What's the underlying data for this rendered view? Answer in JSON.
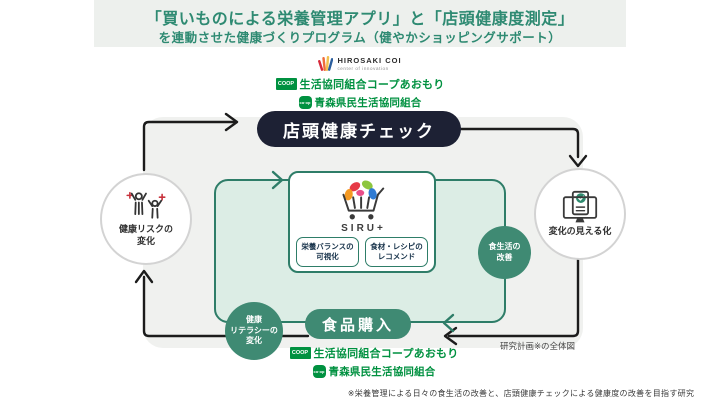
{
  "header": {
    "title_line1": "「買いものによる栄養管理アプリ」と「店頭健康度測定」",
    "title_line2": "を連動させた健康づくりプログラム（健やかショッピングサポート）"
  },
  "logos": {
    "hirosaki_name": "HIROSAKI COI",
    "hirosaki_sub": "center of innovation",
    "coop_badge": "COOP",
    "coop_aomori": "生活協同組合コープあおもり",
    "coop_mark": "co·op",
    "coop_kenmin": "青森県民生活協同組合"
  },
  "diagram": {
    "store_check_pill": "店頭健康チェック",
    "purchase_pill": "食品購入",
    "left_node": {
      "line1": "健康リスクの",
      "line2": "変化"
    },
    "right_node": {
      "label": "変化の見える化"
    },
    "diet_circle": {
      "line1": "食生活の",
      "line2": "改善"
    },
    "literacy_circle": {
      "line1": "健康",
      "line2": "リテラシーの",
      "line3": "変化"
    },
    "siru": {
      "brand": "SIRU+",
      "feature1_line1": "栄養バランスの",
      "feature1_line2": "可視化",
      "feature2_line1": "食材・レシピの",
      "feature2_line2": "レコメンド"
    },
    "caption": "研究計画※の全体図"
  },
  "footnote": "※栄養管理による日々の食生活の改善と、店頭健康チェックによる健康度の改善を目指す研究",
  "colors": {
    "title_green": "#2e8a72",
    "dark_pill": "#1d2134",
    "teal": "#3f8a73",
    "teal_border": "#2e7d68",
    "mint_fill": "#dcede5",
    "coop_green": "#009140",
    "line_black": "#1c1c1c",
    "panel_gray": "#f0f1ef"
  }
}
